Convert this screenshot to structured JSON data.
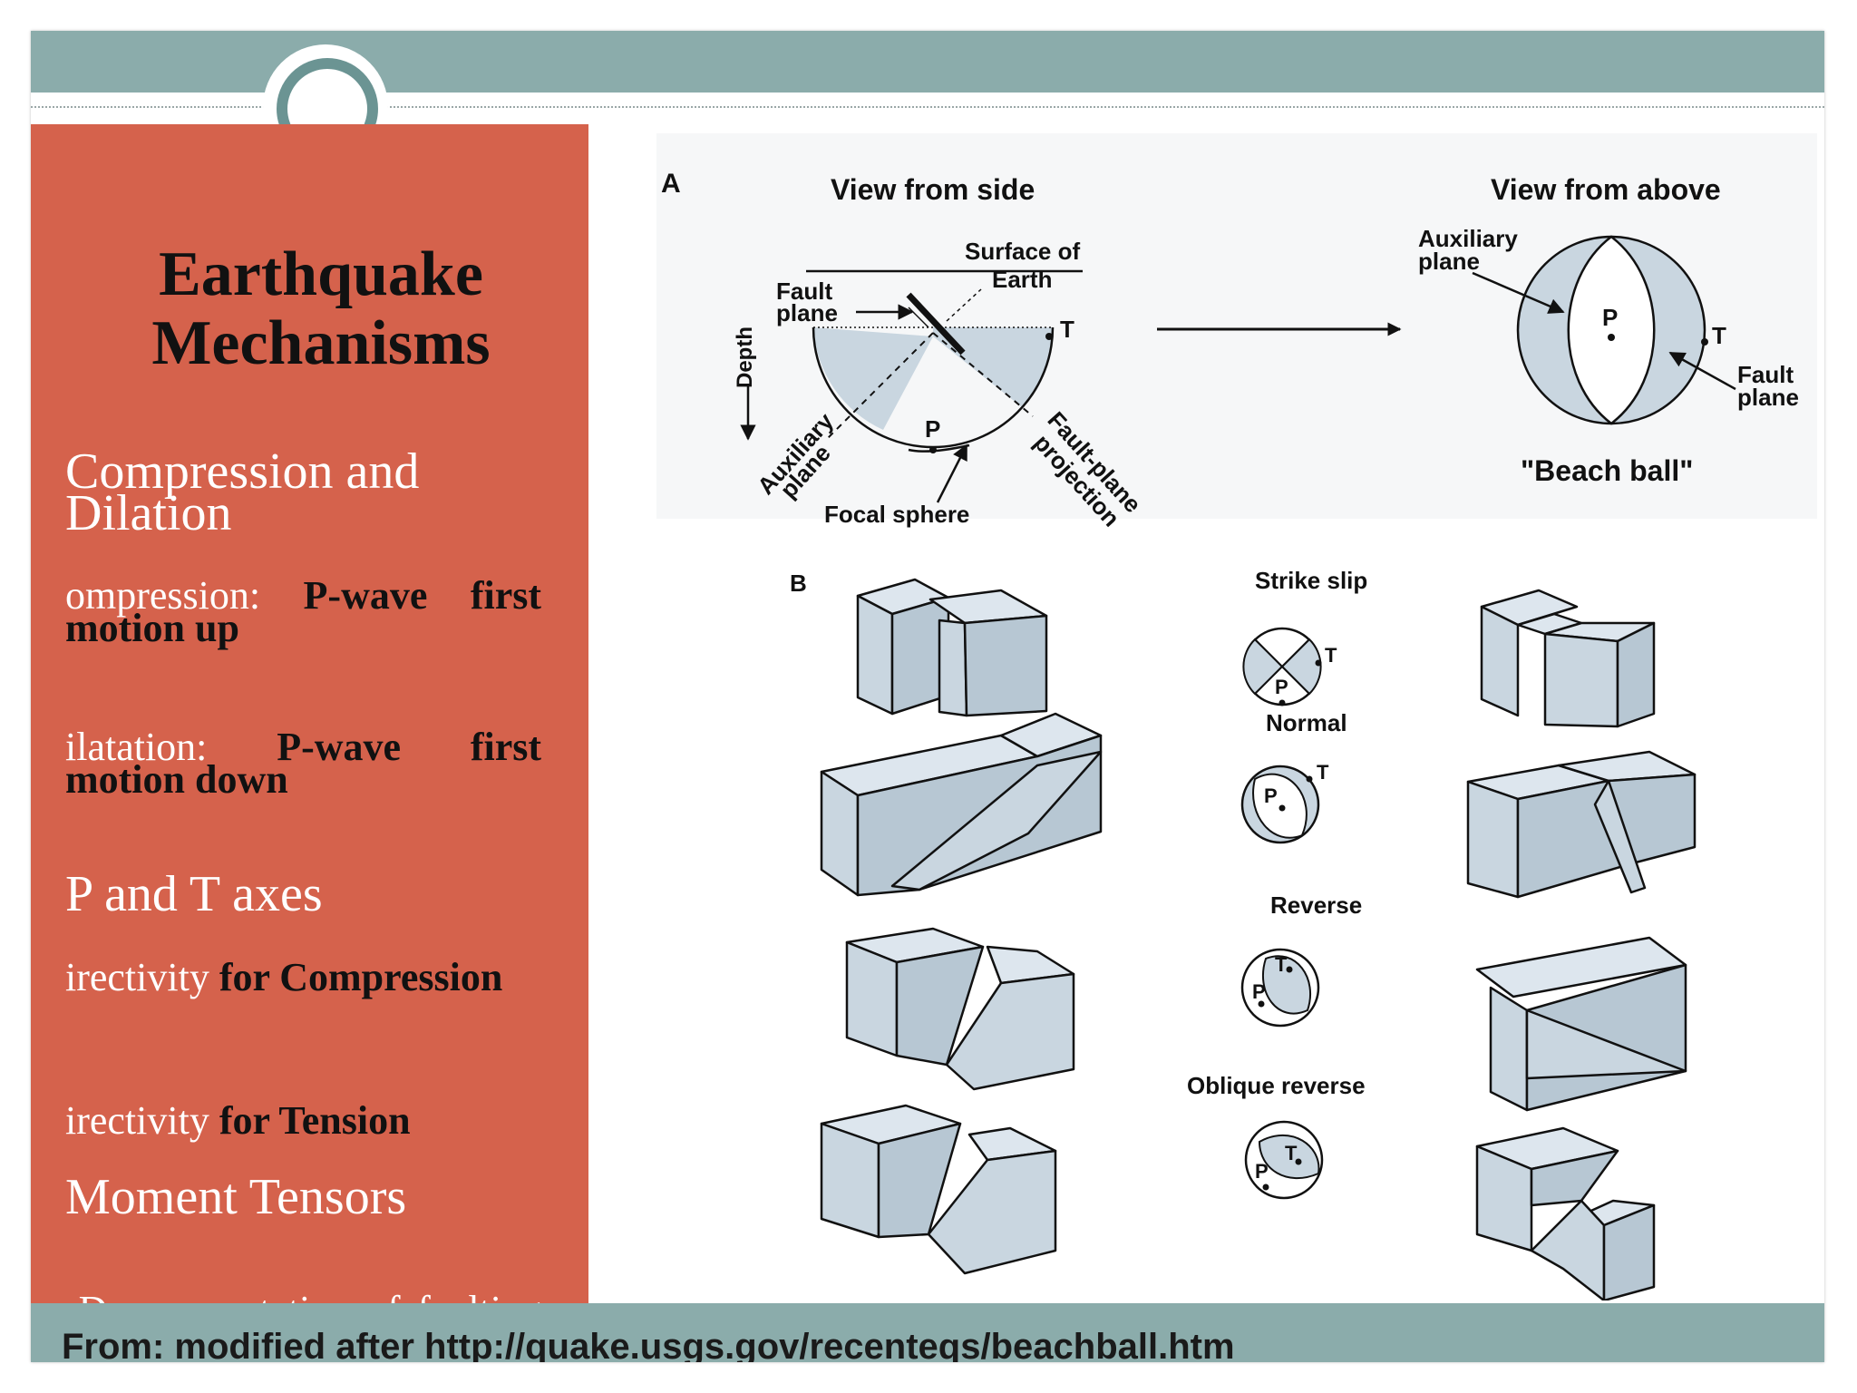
{
  "slide": {
    "title": "Earthquake Mechanisms",
    "bullets": [
      {
        "plain": "Compression and Dilation",
        "bold": ""
      },
      {
        "plain": "ompression: ",
        "bold": "P-wave first motion up"
      },
      {
        "plain": "ilatation: ",
        "bold": "P-wave first motion down"
      },
      {
        "plain": "P and T axes",
        "bold": ""
      },
      {
        "plain": "irectivity ",
        "bold": "for Compression"
      },
      {
        "plain": "irectivity ",
        "bold": "for  Tension"
      },
      {
        "plain": "Moment Tensors",
        "bold": ""
      },
      {
        "plain": "-D representation of faulting Encompasses the moment (energy)",
        "bold": ""
      }
    ],
    "source": "From: modified after http://quake.usgs.gov/recenteqs/beachball.htm"
  },
  "figure": {
    "panel_a": {
      "letter": "A",
      "side_title": "View from side",
      "above_title": "View from above",
      "labels": {
        "surface_line1": "Surface of",
        "surface_line2": "Earth",
        "fault_line1": "Fault",
        "fault_line2": "plane",
        "depth": "Depth",
        "aux_line1": "Auxiliary",
        "aux_line2": "plane",
        "focal_sphere": "Focal sphere",
        "fpp_line1": "Fault-plane",
        "fpp_line2": "projection",
        "p": "P",
        "t": "T",
        "above_aux_line1": "Auxiliary",
        "above_aux_line2": "plane",
        "above_fault_line1": "Fault",
        "above_fault_line2": "plane",
        "beach_ball": "\"Beach ball\""
      }
    },
    "panel_b": {
      "letter": "B",
      "mechanisms": [
        "Strike slip",
        "Normal",
        "Reverse",
        "Oblique reverse"
      ],
      "p": "P",
      "t": "T"
    }
  },
  "colors": {
    "band": "#8bacab",
    "ring": "#6b9493",
    "left_panel": "#d5624c",
    "block_fill": "#c9d6e0",
    "sphere_fill": "#c9d6e0"
  }
}
